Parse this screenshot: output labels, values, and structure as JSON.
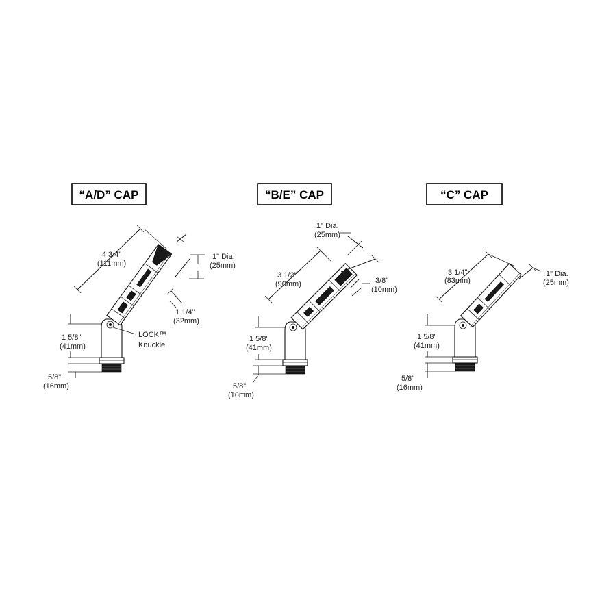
{
  "caps": [
    {
      "title": "“A/D” CAP",
      "dims": {
        "length": [
          "4 3/4\"",
          "(111mm)"
        ],
        "dia": [
          "1\" Dia.",
          "(25mm)"
        ],
        "side": [
          "1 1/4\"",
          "(32mm)"
        ],
        "stem": [
          "1 5/8\"",
          "(41mm)"
        ],
        "thread": [
          "5/8\"",
          "(16mm)"
        ]
      },
      "knuckle": [
        "LOCK™",
        "Knuckle"
      ]
    },
    {
      "title": "“B/E” CAP",
      "dims": {
        "dia": [
          "1\" Dia.",
          "(25mm)"
        ],
        "length": [
          "3 1/2\"",
          "(90mm)"
        ],
        "side": [
          "3/8\"",
          "(10mm)"
        ],
        "stem": [
          "1 5/8\"",
          "(41mm)"
        ],
        "thread": [
          "5/8\"",
          "(16mm)"
        ]
      }
    },
    {
      "title": "“C” CAP",
      "dims": {
        "length": [
          "3 1/4\"",
          "(83mm)"
        ],
        "dia": [
          "1\" Dia.",
          "(25mm)"
        ],
        "stem": [
          "1 5/8\"",
          "(41mm)"
        ],
        "thread": [
          "5/8\"",
          "(16mm)"
        ]
      }
    }
  ]
}
